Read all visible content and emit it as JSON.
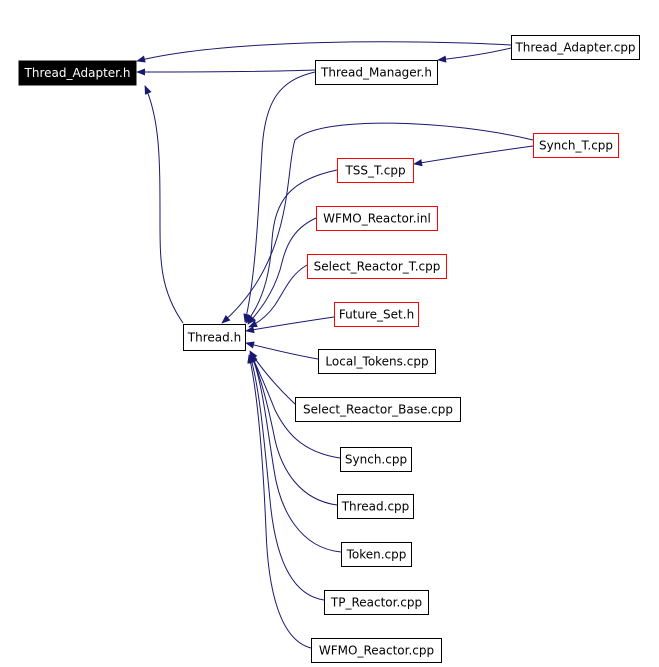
{
  "colors": {
    "edge": "#191970",
    "border_default": "#000000",
    "border_truncated": "#ff0000",
    "root_fill": "#000000",
    "root_text": "#ffffff",
    "node_fill": "#ffffff",
    "node_text": "#000000"
  },
  "nodes": {
    "thread_adapter_h": {
      "label": "Thread_Adapter.h",
      "style": "root"
    },
    "thread_adapter_cpp": {
      "label": "Thread_Adapter.cpp",
      "style": "normal"
    },
    "thread_manager_h": {
      "label": "Thread_Manager.h",
      "style": "normal"
    },
    "synch_t_cpp": {
      "label": "Synch_T.cpp",
      "style": "truncated"
    },
    "tss_t_cpp": {
      "label": "TSS_T.cpp",
      "style": "truncated"
    },
    "wfmo_reactor_inl": {
      "label": "WFMO_Reactor.inl",
      "style": "truncated"
    },
    "select_reactor_t_cpp": {
      "label": "Select_Reactor_T.cpp",
      "style": "truncated"
    },
    "future_set_h": {
      "label": "Future_Set.h",
      "style": "truncated"
    },
    "thread_h": {
      "label": "Thread.h",
      "style": "normal"
    },
    "local_tokens_cpp": {
      "label": "Local_Tokens.cpp",
      "style": "normal"
    },
    "select_reactor_base_cpp": {
      "label": "Select_Reactor_Base.cpp",
      "style": "normal"
    },
    "synch_cpp": {
      "label": "Synch.cpp",
      "style": "normal"
    },
    "thread_cpp": {
      "label": "Thread.cpp",
      "style": "normal"
    },
    "token_cpp": {
      "label": "Token.cpp",
      "style": "normal"
    },
    "tp_reactor_cpp": {
      "label": "TP_Reactor.cpp",
      "style": "normal"
    },
    "wfmo_reactor_cpp": {
      "label": "WFMO_Reactor.cpp",
      "style": "normal"
    }
  }
}
